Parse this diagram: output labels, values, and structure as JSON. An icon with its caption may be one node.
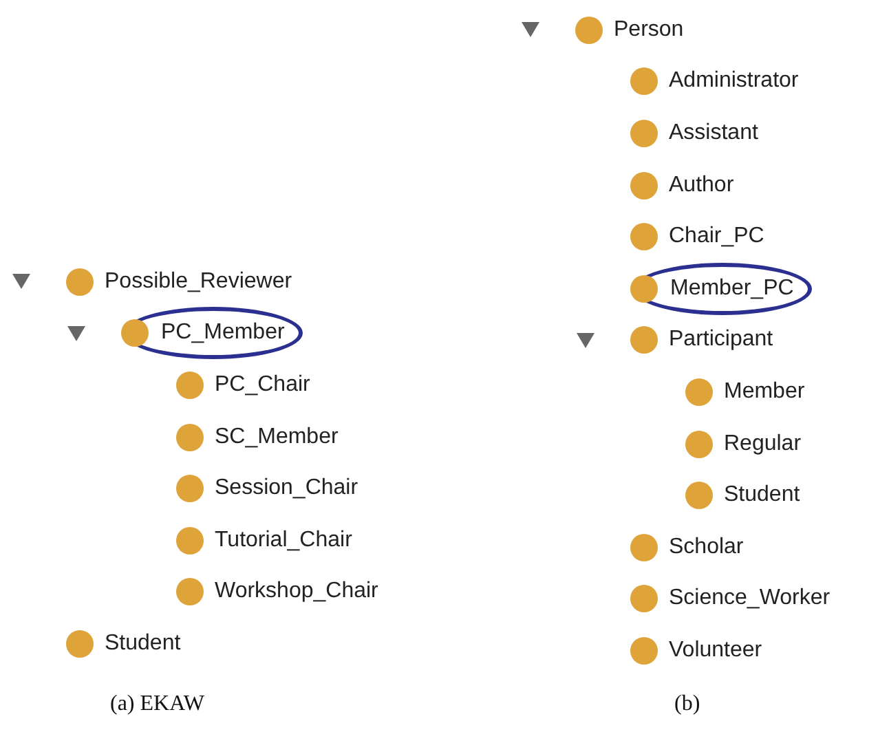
{
  "diagram": {
    "nodes": [
      {
        "text": [
          "Possible_Reviewer"
        ]
      },
      {
        "text": [
          "PC_Member"
        ]
      },
      {
        "text": [
          "PC_Chair"
        ]
      },
      {
        "text": [
          "SC_Member"
        ]
      },
      {
        "text": [
          "Session_Chair"
        ]
      },
      {
        "text": [
          "Tutorial_Chair"
        ]
      },
      {
        "text": [
          "Workshop_Chair"
        ]
      },
      {
        "text": [
          "Student"
        ]
      },
      {
        "text": [
          "Person"
        ]
      },
      {
        "text": [
          "Administrator"
        ]
      },
      {
        "text": [
          "Assistant"
        ]
      },
      {
        "text": [
          "Author"
        ]
      },
      {
        "text": [
          "Chair_PC"
        ]
      },
      {
        "text": [
          "Member_PC"
        ]
      },
      {
        "text": [
          "Participant"
        ]
      },
      {
        "text": [
          "Member"
        ]
      },
      {
        "text": [
          "Regular"
        ]
      },
      {
        "text": [
          "Student"
        ]
      },
      {
        "text": [
          "Scholar"
        ]
      },
      {
        "text": [
          "Science_Worker"
        ]
      },
      {
        "text": [
          "Volunteer"
        ]
      }
    ],
    "labels": [
      "(a) EKAW",
      "(b)"
    ]
  }
}
